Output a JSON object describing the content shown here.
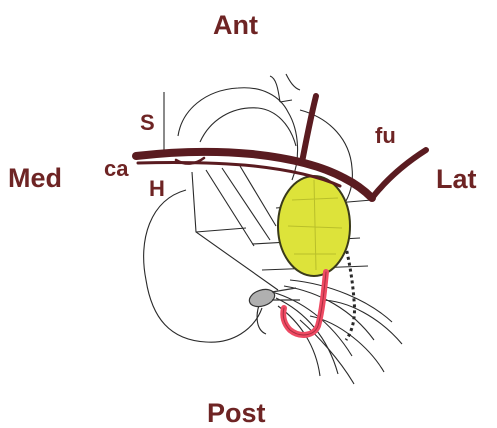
{
  "diagram": {
    "orientation_labels": {
      "anterior": "Ant",
      "posterior": "Post",
      "medial": "Med",
      "lateral": "Lat"
    },
    "structure_labels": {
      "s": "S",
      "ca": "ca",
      "h": "H",
      "fu": "fu"
    },
    "colors": {
      "label": "#6e2424",
      "vessel": "#5a1b20",
      "outline": "#2a2a2a",
      "yellow_structure": "#dde33a",
      "red_vessel": "#ee4a63",
      "gray_structure": "#b0b0b0"
    }
  }
}
